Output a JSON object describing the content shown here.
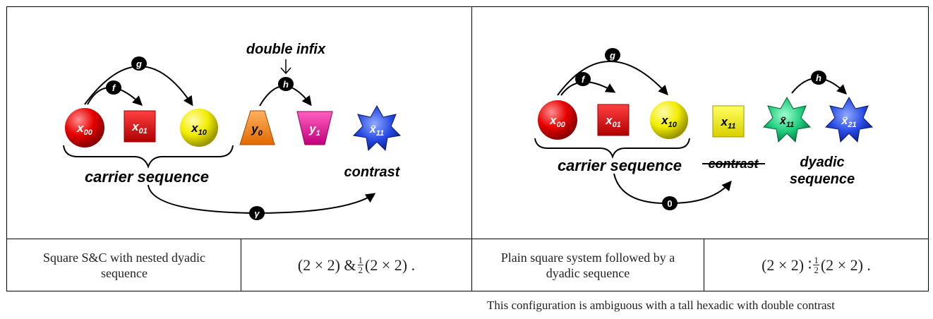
{
  "left": {
    "label_top": "double infix",
    "label_carrier": "carrier sequence",
    "label_contrast": "contrast",
    "arcs": {
      "g": "g",
      "f": "f",
      "h": "h",
      "gamma": "γ"
    },
    "nodes": {
      "x00": {
        "base": "x",
        "sub": "00",
        "color": "#e80000"
      },
      "x01": {
        "base": "x",
        "sub": "01",
        "color": "#e80000"
      },
      "x10": {
        "base": "x",
        "sub": "10",
        "color": "#f2ee00"
      },
      "y0": {
        "base": "y",
        "sub": "0",
        "color": "#ff8a1a"
      },
      "y1": {
        "base": "y",
        "sub": "1",
        "color": "#f0189a"
      },
      "xb11": {
        "base": "x̄",
        "sub": "11",
        "color": "#1c3ed8"
      }
    },
    "caption": "Square S&C with nested dyadic sequence",
    "formula_left": "(2 × 2) & ",
    "formula_right": "(2 × 2) .",
    "frac_num": "1",
    "frac_den": "2"
  },
  "right": {
    "label_carrier": "carrier sequence",
    "label_contrast": "contrast",
    "label_dyadic_1": "dyadic",
    "label_dyadic_2": "sequence",
    "arcs": {
      "g": "g",
      "f": "f",
      "h": "h",
      "zero": "0"
    },
    "nodes": {
      "x00": {
        "base": "x",
        "sub": "00",
        "color": "#e80000"
      },
      "x01": {
        "base": "x",
        "sub": "01",
        "color": "#e80000"
      },
      "x10": {
        "base": "x",
        "sub": "10",
        "color": "#f2ee00"
      },
      "x11": {
        "base": "x",
        "sub": "11",
        "color": "#f2ee00"
      },
      "xb11": {
        "base": "x̄",
        "sub": "11",
        "color": "#18c877"
      },
      "xb21": {
        "base": "x̄",
        "sub": "21",
        "color": "#3b5fe8"
      }
    },
    "caption": "Plain square system followed by a dyadic sequence",
    "formula_left": "(2 × 2) ∶ ",
    "formula_right": "(2 × 2) .",
    "frac_num": "1",
    "frac_den": "2",
    "note": "This configuration is ambiguous with a tall hexadic with double contrast"
  }
}
